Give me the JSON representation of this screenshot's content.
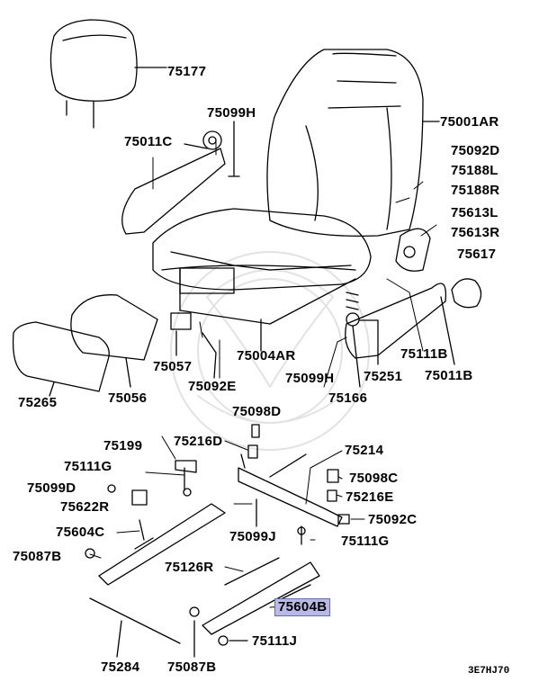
{
  "labels": {
    "l75177": "75177",
    "l75099H_top": "75099H",
    "l75001AR": "75001AR",
    "l75011C": "75011C",
    "l75092D": "75092D",
    "l75188L": "75188L",
    "l75188R": "75188R",
    "l75613L": "75613L",
    "l75613R": "75613R",
    "l75617": "75617",
    "l75111B": "75111B",
    "l75011B": "75011B",
    "l75251": "75251",
    "l75057": "75057",
    "l75004AR": "75004AR",
    "l75099H_mid": "75099H",
    "l75092E": "75092E",
    "l75166": "75166",
    "l75265": "75265",
    "l75056": "75056",
    "l75098D": "75098D",
    "l75199": "75199",
    "l75216D": "75216D",
    "l75214": "75214",
    "l75111G_left": "75111G",
    "l75098C": "75098C",
    "l75099D": "75099D",
    "l75216E": "75216E",
    "l75622R": "75622R",
    "l75092C": "75092C",
    "l75604C": "75604C",
    "l75099J": "75099J",
    "l75111G_right": "75111G",
    "l75087B_left": "75087B",
    "l75126R": "75126R",
    "l75604B": "75604B",
    "l75111J": "75111J",
    "l75284": "75284",
    "l75087B_bottom": "75087B"
  },
  "highlight_color": "#b9b9e8",
  "diagram_code": "3E7HJ70"
}
